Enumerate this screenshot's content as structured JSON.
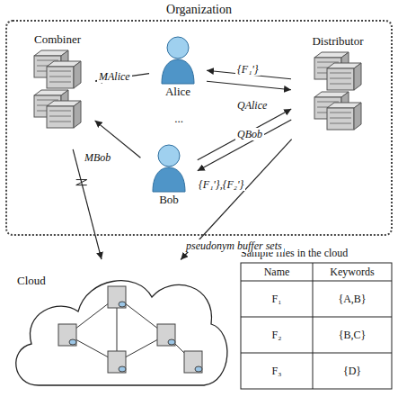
{
  "diagram": {
    "nodes": [
      {
        "text": [
          "Organization"
        ]
      },
      {
        "text": [
          "Combiner"
        ],
        "in": 0
      },
      {
        "text": [
          "Distributor"
        ],
        "in": 0
      },
      {
        "text": [
          "Alice"
        ],
        "in": 0
      },
      {
        "text": [
          "Bob"
        ],
        "in": 0
      },
      {
        "text": [
          "Cloud"
        ]
      }
    ],
    "edges": [
      {
        "from": 3,
        "to": 1,
        "label": "MAlice",
        "arrow": "to"
      },
      {
        "from": 2,
        "to": 3,
        "label": "{F₁'}",
        "arrow": "to"
      },
      {
        "from": 3,
        "to": 2,
        "label": "QAlice",
        "arrow": "to"
      },
      {
        "from": 4,
        "to": 2,
        "label": "QBob",
        "arrow": "to"
      },
      {
        "from": 2,
        "to": 4,
        "label": "{F₁'},{F₂'}",
        "arrow": "to"
      },
      {
        "from": 4,
        "to": 1,
        "label": "MBob",
        "arrow": "to"
      },
      {
        "from": 1,
        "to": 5,
        "arrow": "to"
      },
      {
        "from": 2,
        "to": 5,
        "label": "pseudonym buffer sets",
        "arrow": "to"
      }
    ],
    "labels": [
      "...",
      "Sample files in the cloud",
      "Name",
      "Keywords",
      "F₁",
      "{A,B}",
      "F₂",
      "{B,C}",
      "F₃",
      "{D}"
    ]
  }
}
